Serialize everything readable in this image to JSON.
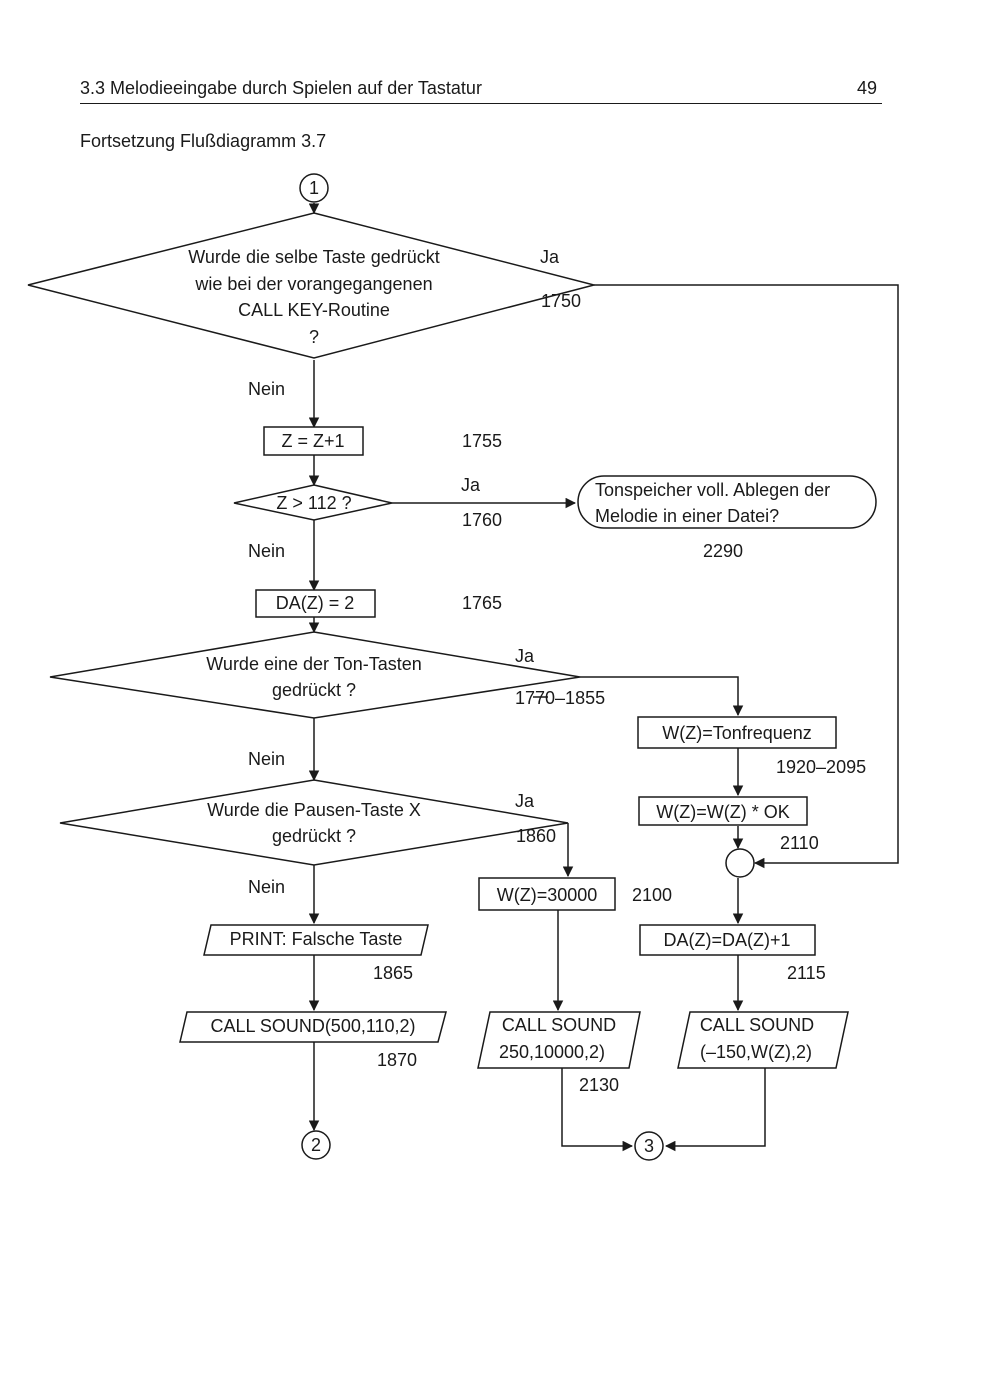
{
  "header": {
    "section": "3.3 Melodieeingabe durch Spielen auf der Tastatur",
    "page_number": "49"
  },
  "caption": "Fortsetzung Flußdiagramm 3.7",
  "connectors": {
    "c1": "1",
    "c2": "2",
    "c3": "3"
  },
  "decisions": {
    "d1": {
      "line1": "Wurde die selbe Taste gedrückt",
      "line2": "wie bei der vorangegangenen",
      "line3": "CALL KEY-Routine",
      "line4": "?",
      "yes": "Ja",
      "no": "Nein",
      "ref": "1750"
    },
    "d2": {
      "text": "Z > 112 ?",
      "yes": "Ja",
      "no": "Nein",
      "ref": "1760"
    },
    "d3": {
      "line1": "Wurde eine der Ton-Tasten",
      "line2": "gedrückt ?",
      "yes": "Ja",
      "no": "Nein",
      "ref": "1770–1855"
    },
    "d4": {
      "line1": "Wurde die Pausen-Taste X",
      "line2": "gedrückt ?",
      "yes": "Ja",
      "no": "Nein",
      "ref": "1860"
    }
  },
  "processes": {
    "p_z": {
      "text": "Z = Z+1",
      "ref": "1755"
    },
    "p_da": {
      "text": "DA(Z) = 2",
      "ref": "1765"
    },
    "p_wton": {
      "text": "W(Z)=Tonfrequenz",
      "ref": "1920–2095"
    },
    "p_wok": {
      "text": "W(Z)=W(Z) * OK",
      "ref": "2110"
    },
    "p_w30": {
      "text": "W(Z)=30000",
      "ref": "2100"
    },
    "p_dainc": {
      "text": "DA(Z)=DA(Z)+1",
      "ref": "2115"
    }
  },
  "terminal": {
    "line1": "Tonspeicher voll. Ablegen der",
    "line2": "Melodie in einer Datei?",
    "ref": "2290"
  },
  "io": {
    "print": {
      "text": "PRINT: Falsche Taste",
      "ref": "1865"
    },
    "sound1": {
      "text": "CALL SOUND(500,110,2)",
      "ref": "1870"
    },
    "sound2": {
      "line1": "CALL SOUND",
      "line2": "250,10000,2)",
      "ref": "2130"
    },
    "sound3": {
      "line1": "CALL SOUND",
      "line2": "(–150,W(Z),2)"
    }
  }
}
